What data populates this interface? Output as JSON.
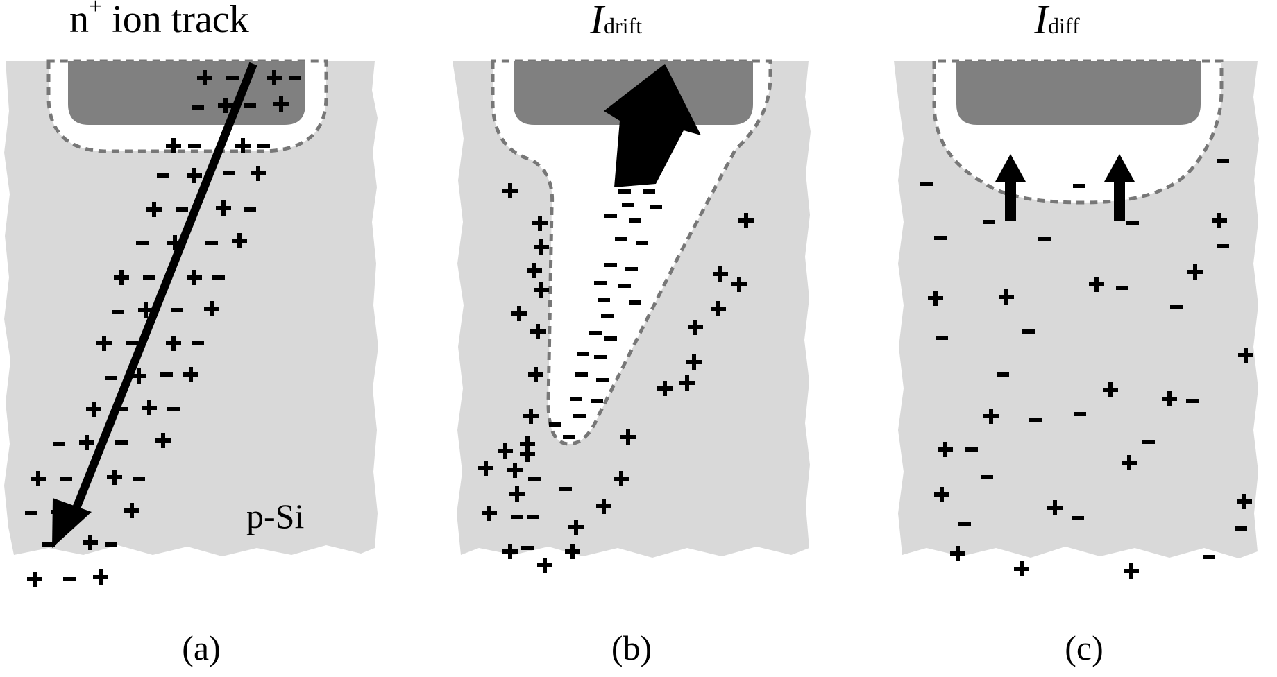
{
  "panels": {
    "a": {
      "caption": "(a)",
      "title_base": "n",
      "title_sup": "+",
      "title_rest": " ion track",
      "region": "p-Si"
    },
    "b": {
      "caption": "(b)",
      "title_var": "I",
      "title_sub": "drift"
    },
    "c": {
      "caption": "(c)",
      "title_var": "I",
      "title_sub": "diff"
    }
  },
  "colors": {
    "substrate": "#d9d9d9",
    "n_region": "#808080",
    "depletion": "#ffffff",
    "charge": "#000000",
    "boundary": "#777777"
  }
}
